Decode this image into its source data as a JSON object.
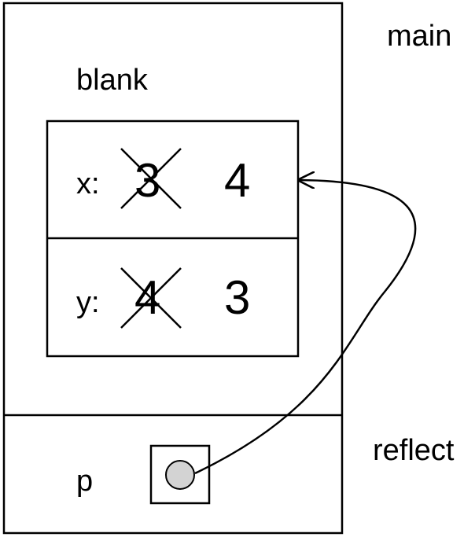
{
  "frames": {
    "main": {
      "label": "main",
      "object_label": "blank",
      "fields": [
        {
          "name": "x:",
          "old_value": "3",
          "new_value": "4"
        },
        {
          "name": "y:",
          "old_value": "4",
          "new_value": "3"
        }
      ]
    },
    "reflect": {
      "label": "reflect",
      "param_label": "p"
    }
  },
  "colors": {
    "line": "#000000",
    "pointer_dot": "#d3d3d3"
  }
}
